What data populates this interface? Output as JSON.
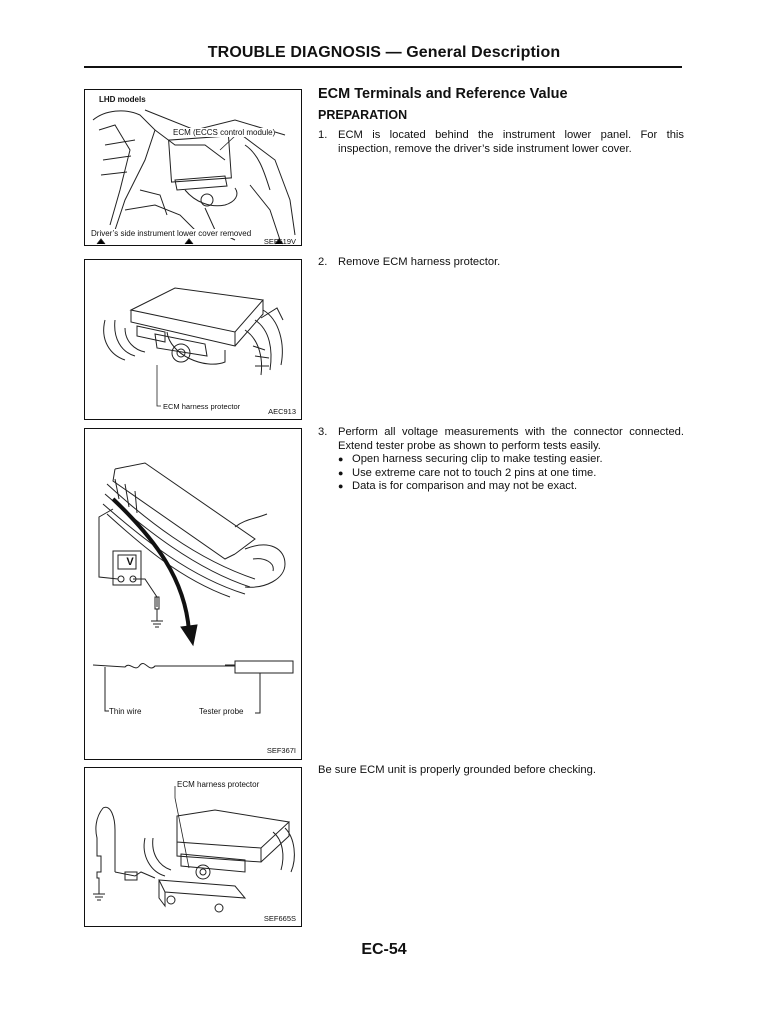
{
  "header": {
    "title": "TROUBLE DIAGNOSIS — General Description"
  },
  "section": {
    "title": "ECM Terminals and Reference Value",
    "subtitle": "PREPARATION"
  },
  "steps": [
    {
      "num": "1.",
      "text": "ECM is located behind the instrument lower panel. For this inspection, remove the driver’s side instrument lower cover."
    },
    {
      "num": "2.",
      "text": "Remove ECM harness protector."
    },
    {
      "num": "3.",
      "text": "Perform all voltage measurements with the connector con­nected. Extend tester probe as shown to perform tests easily."
    }
  ],
  "bullets": [
    "Open harness securing clip to make testing easier.",
    "Use extreme care not to touch 2 pins at one time.",
    "Data is for comparison and may not be exact."
  ],
  "note": "Be sure ECM unit is properly grounded before checking.",
  "figures": {
    "fig1": {
      "label_models": "LHD models",
      "label_ecm": "ECM (ECCS control module)",
      "label_cover": "Driver’s side instrument lower cover removed",
      "code": "SEF519V"
    },
    "fig2": {
      "label_protector": "ECM harness protector",
      "code": "AEC913"
    },
    "fig3": {
      "label_meter": "V",
      "label_wire": "Thin wire",
      "label_probe": "Tester probe",
      "code": "SEF367I"
    },
    "fig4": {
      "label_protector": "ECM harness protector",
      "code": "SEF665S"
    }
  },
  "footer": {
    "page": "EC-54"
  }
}
